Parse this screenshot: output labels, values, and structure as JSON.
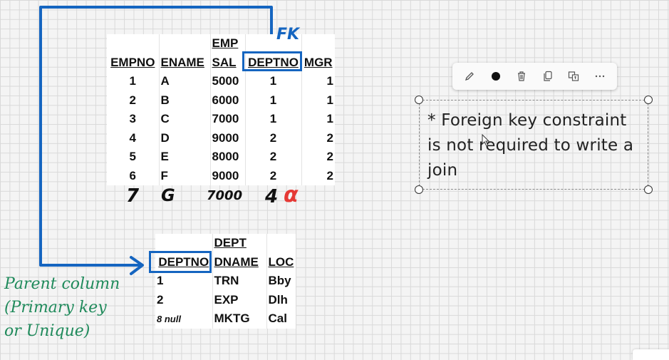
{
  "emp_table": {
    "caption": "EMP",
    "headers": [
      "EMPNO",
      "ENAME",
      "SAL",
      "DEPTNO",
      "MGR"
    ],
    "rows": [
      [
        "1",
        "A",
        "5000",
        "1",
        "1"
      ],
      [
        "2",
        "B",
        "6000",
        "1",
        "1"
      ],
      [
        "3",
        "C",
        "7000",
        "1",
        "1"
      ],
      [
        "4",
        "D",
        "9000",
        "2",
        "2"
      ],
      [
        "5",
        "E",
        "8000",
        "2",
        "2"
      ],
      [
        "6",
        "F",
        "9000",
        "2",
        "2"
      ]
    ],
    "handwritten_row": [
      "7",
      "G",
      "7000",
      "4",
      "α"
    ]
  },
  "dept_table": {
    "caption": "DEPT",
    "headers": [
      "DEPTNO",
      "DNAME",
      "LOC"
    ],
    "rows": [
      [
        "1",
        "TRN",
        "Bby"
      ],
      [
        "2",
        "EXP",
        "Dlh"
      ],
      [
        "8 null",
        "MKTG",
        "Cal"
      ]
    ]
  },
  "annotations": {
    "fk_label": "FK",
    "parent_column_lines": [
      "Parent column",
      "(Primary key",
      "or Unique)"
    ]
  },
  "note": {
    "lines": [
      "* Foreign key constraint",
      "is not required to write a",
      "join"
    ]
  },
  "toolbar": {
    "items": [
      {
        "name": "pen-icon",
        "glyph": "✎"
      },
      {
        "name": "color-dot-icon",
        "glyph": "●"
      },
      {
        "name": "trash-icon",
        "glyph": "🗑"
      },
      {
        "name": "copy-icon",
        "glyph": "❐"
      },
      {
        "name": "translate-icon",
        "glyph": "⧉"
      },
      {
        "name": "more-icon",
        "glyph": "···"
      }
    ]
  },
  "colors": {
    "arrow_blue": "#1565c0",
    "ink_green": "#1f8a5b",
    "ink_red": "#e53935"
  }
}
